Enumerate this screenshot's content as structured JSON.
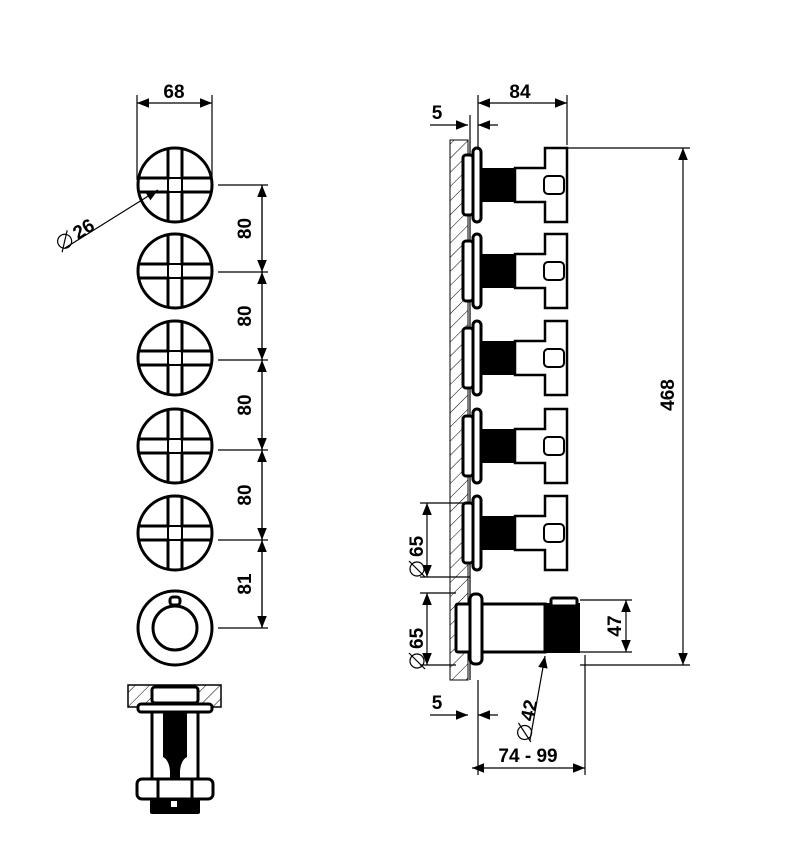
{
  "drawing": {
    "front_width": "68",
    "handle_diameter": "26",
    "spacings": [
      "80",
      "80",
      "80",
      "80",
      "81"
    ],
    "wall_offset_top": "5",
    "depth": "84",
    "total_height": "468",
    "flange_diameter_upper": "65",
    "flange_diameter_lower": "65",
    "spout_height": "47",
    "spout_diameter": "42",
    "wall_offset_bottom": "5",
    "adjust_range": "74 - 99",
    "diameter_symbol": "⌀",
    "colors": {
      "line": "#000000",
      "background": "#ffffff"
    }
  }
}
